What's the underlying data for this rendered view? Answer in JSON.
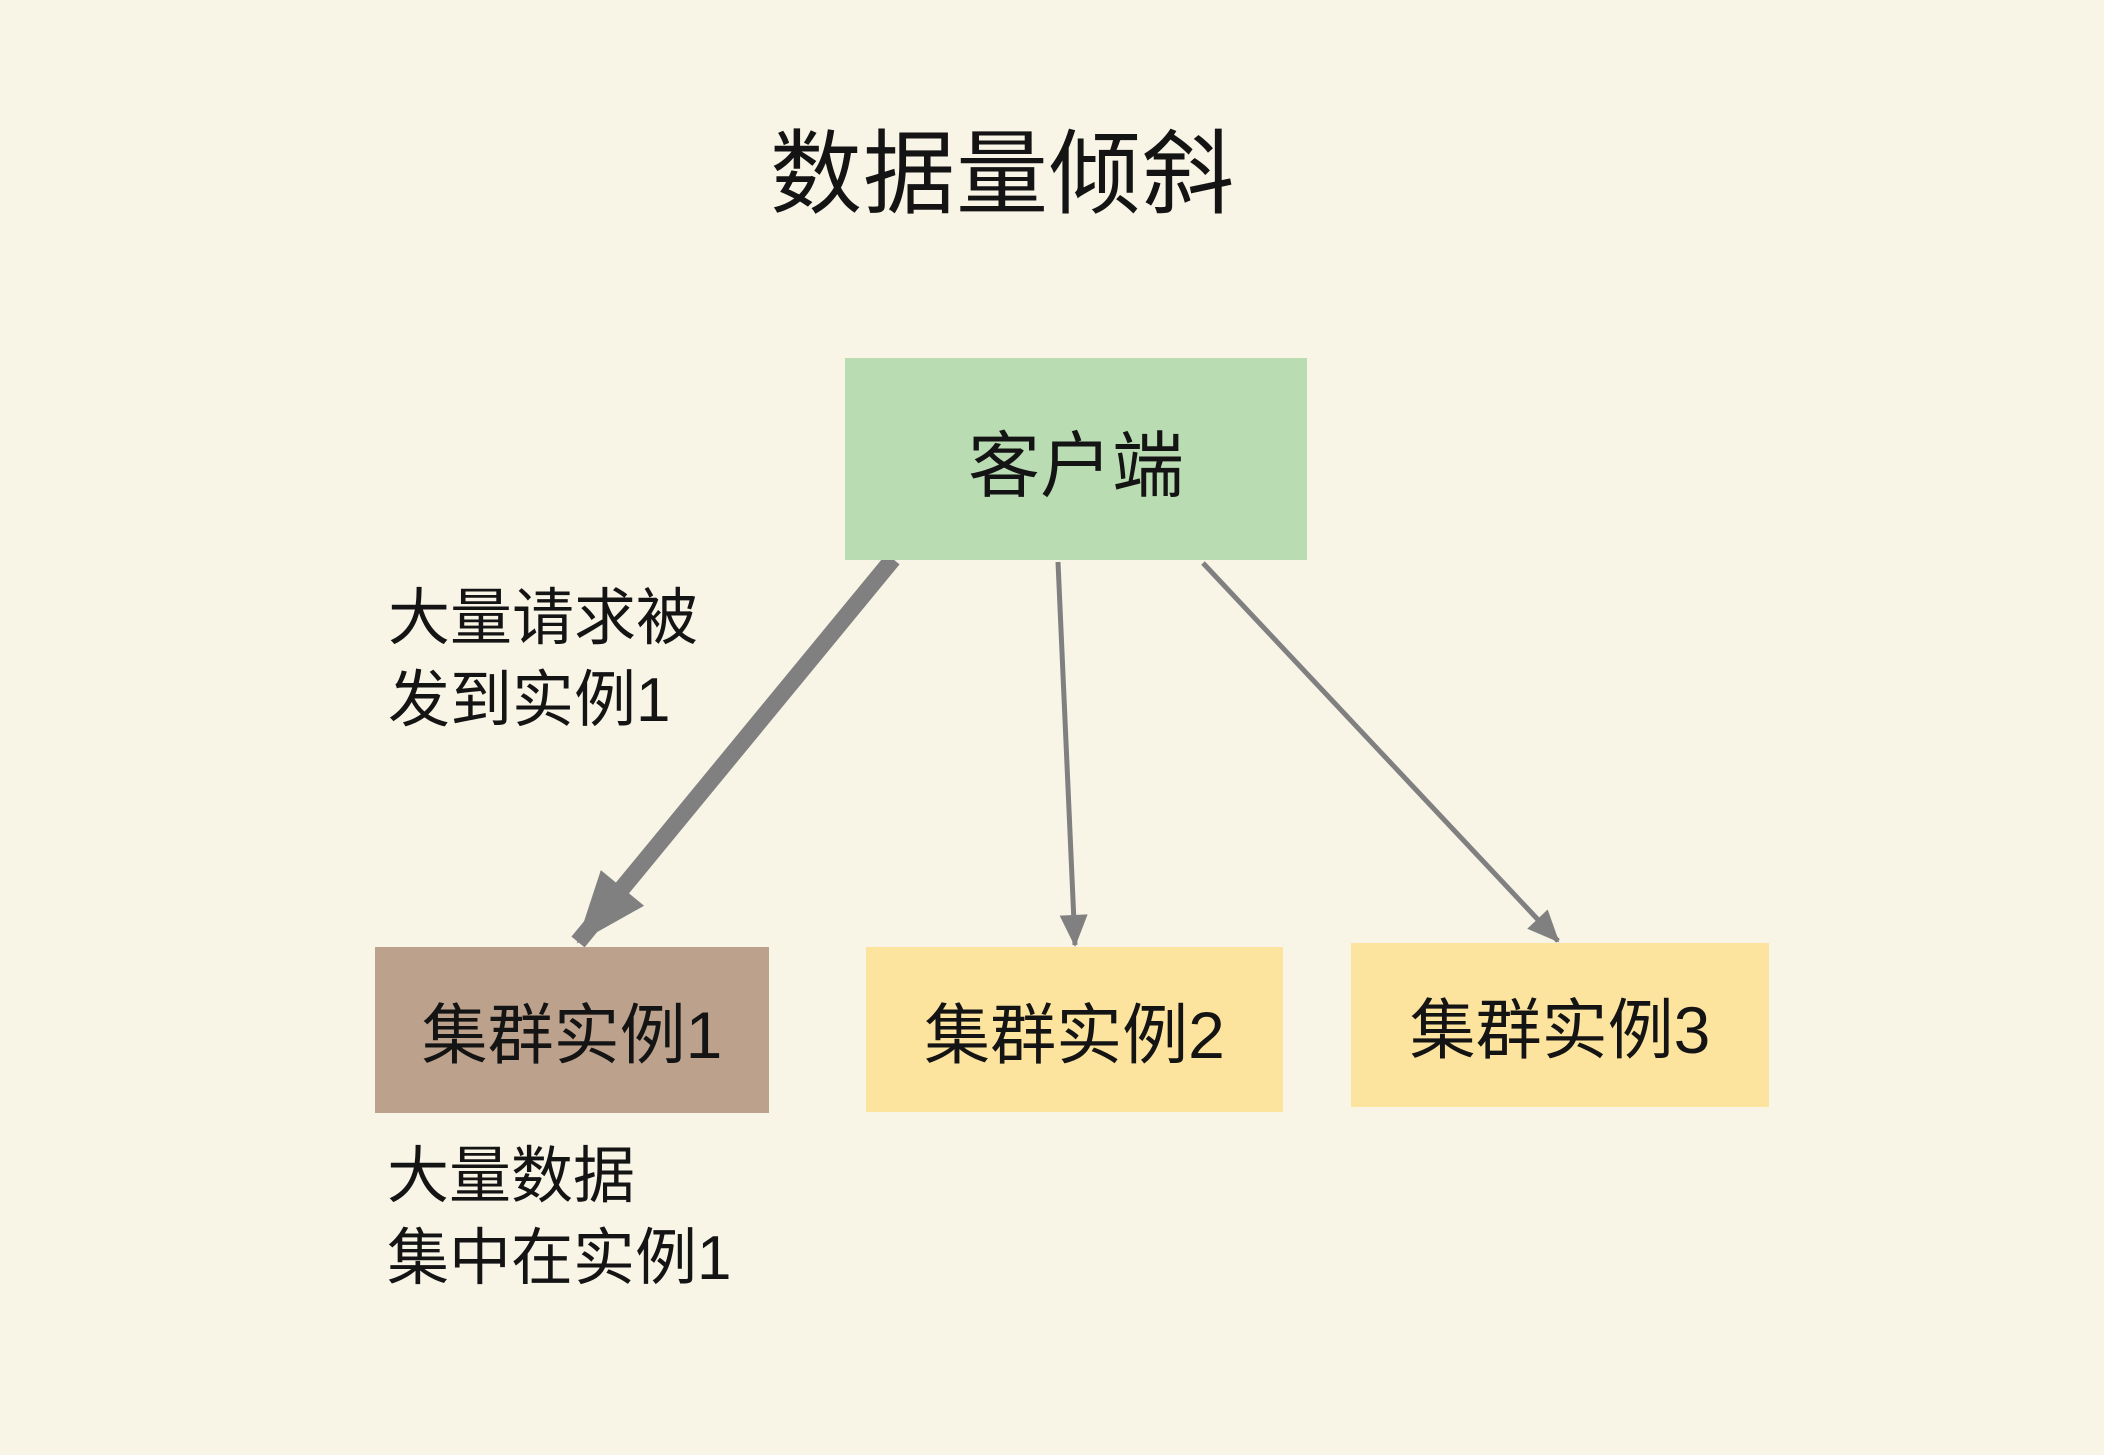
{
  "title": "数据量倾斜",
  "colors": {
    "background": "#f8f5e6",
    "client_fill": "#b9dcb2",
    "instance1_fill": "#bca28d",
    "instance2_fill": "#fce49e",
    "instance3_fill": "#fce49e",
    "arrow": "#808080",
    "text": "#141414"
  },
  "nodes": {
    "client": {
      "label": "客户端"
    },
    "instance1": {
      "label": "集群实例1"
    },
    "instance2": {
      "label": "集群实例2"
    },
    "instance3": {
      "label": "集群实例3"
    }
  },
  "edges": [
    {
      "from": "client",
      "to": "instance1",
      "weight": "heavy"
    },
    {
      "from": "client",
      "to": "instance2",
      "weight": "light"
    },
    {
      "from": "client",
      "to": "instance3",
      "weight": "light"
    }
  ],
  "annotations": {
    "requests_line1": "大量请求被",
    "requests_line2": "发到实例1",
    "data_line1": "大量数据",
    "data_line2": "集中在实例1"
  }
}
